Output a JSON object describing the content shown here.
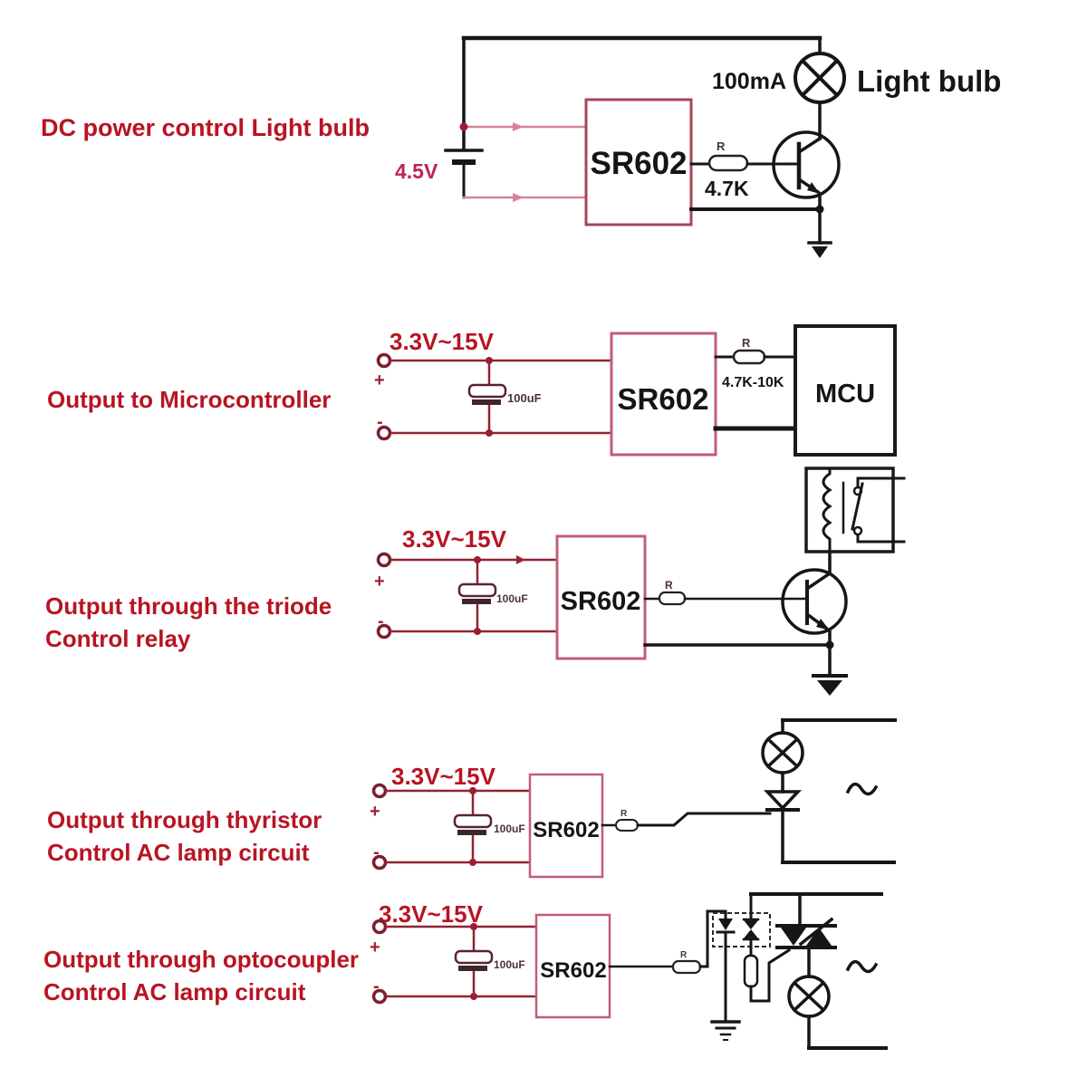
{
  "page": {
    "background": "#ffffff",
    "type": "SR602 PIR sensor module application circuit diagrams"
  },
  "colors": {
    "title_red": "#b81423",
    "voltage_magenta": "#bf2456",
    "wire_dark_red": "#8f2433",
    "wire_pink": "#d4849a",
    "module_box_pink": "#c25d76",
    "circuit_black": "#161616"
  },
  "symbols": {
    "plus": "+",
    "minus": "-",
    "ac": "~"
  },
  "circuits": [
    {
      "title_lines": [
        "DC power control Light bulb"
      ],
      "supply": "4.5V",
      "module": "SR602",
      "resistor_label": "R",
      "resistor_value": "4.7K",
      "current": "100mA",
      "load": "Light bulb"
    },
    {
      "title_lines": [
        "Output to Microcontroller"
      ],
      "supply": "3.3V~15V",
      "cap_label": "100uF",
      "module": "SR602",
      "resistor_label": "R",
      "resistor_value": "4.7K-10K",
      "load": "MCU"
    },
    {
      "title_lines": [
        "Output through the triode",
        "Control relay"
      ],
      "supply": "3.3V~15V",
      "cap_label": "100uF",
      "module": "SR602",
      "resistor_label": "R"
    },
    {
      "title_lines": [
        "Output through thyristor",
        "Control AC lamp circuit"
      ],
      "supply": "3.3V~15V",
      "cap_label": "100uF",
      "module": "SR602",
      "resistor_label": "R"
    },
    {
      "title_lines": [
        "Output through optocoupler",
        "Control AC lamp circuit"
      ],
      "supply": "3.3V~15V",
      "cap_label": "100uF",
      "module": "SR602",
      "resistor_label": "R"
    }
  ]
}
